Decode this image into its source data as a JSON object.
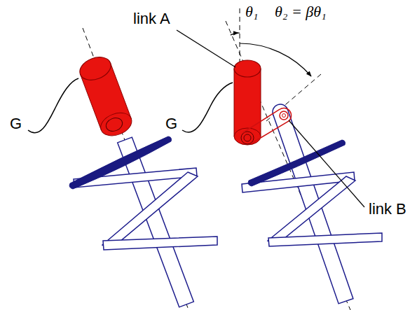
{
  "diagram": {
    "labels": [
      "link A",
      "θ₁",
      "θ₂ = βθ₁",
      "G",
      "G",
      "link B"
    ]
  }
}
